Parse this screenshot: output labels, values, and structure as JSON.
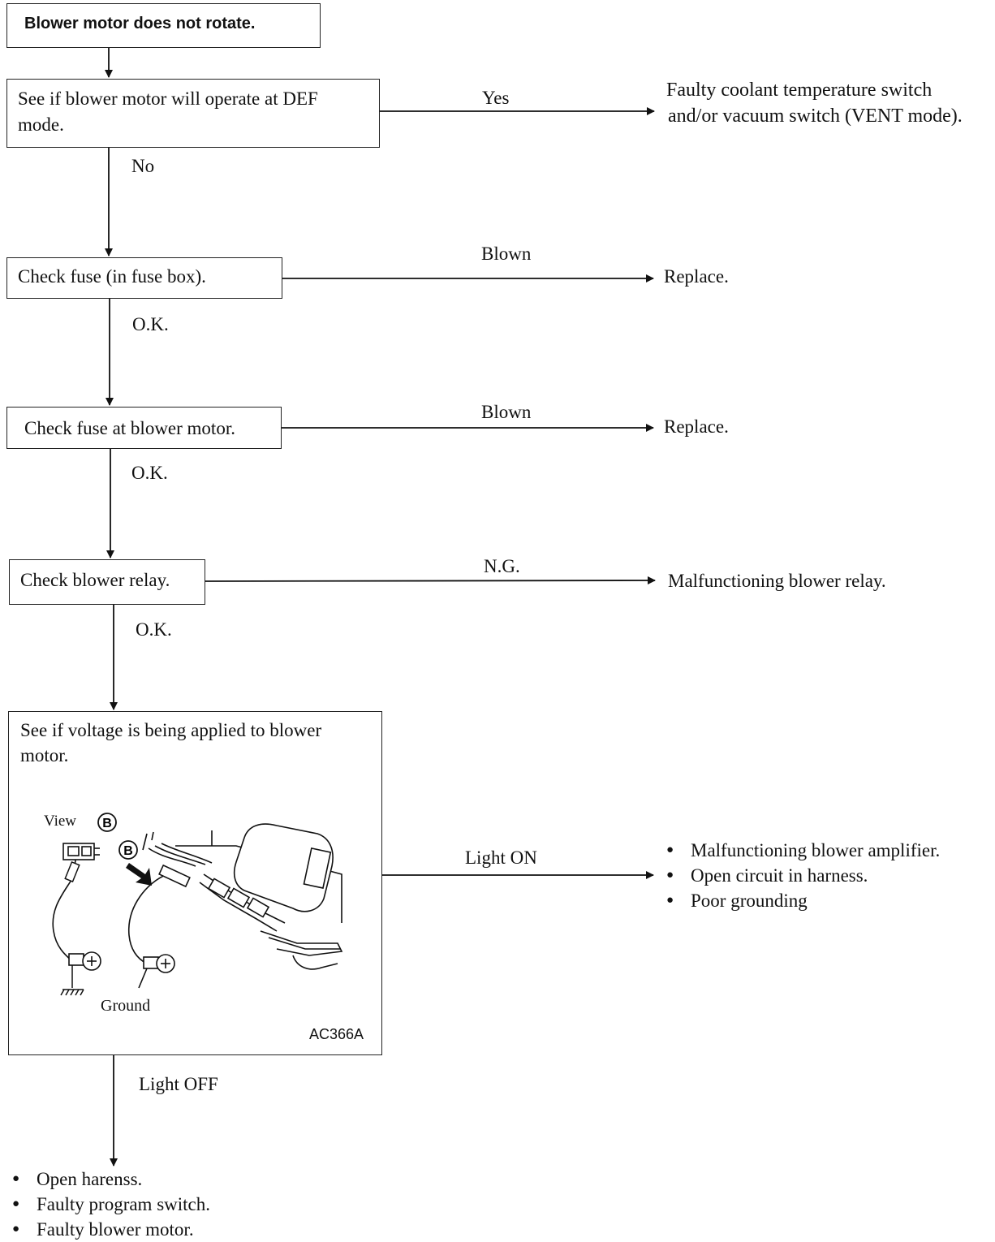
{
  "start": {
    "label": "Blower motor does not rotate."
  },
  "steps": [
    {
      "label": "See if blower motor will operate at DEF mode.",
      "line1": "See if blower motor will operate at DEF",
      "line2": "mode.",
      "branch_label": "Yes",
      "branch_result_line1": "Faulty coolant temperature switch",
      "branch_result_line2": "and/or vacuum switch (VENT mode).",
      "down_label": "No"
    },
    {
      "label": "Check fuse (in fuse box).",
      "branch_label": "Blown",
      "branch_result": "Replace.",
      "down_label": "O.K."
    },
    {
      "label": "Check fuse at blower motor.",
      "branch_label": "Blown",
      "branch_result": "Replace.",
      "down_label": "O.K."
    },
    {
      "label": "Check blower relay.",
      "branch_label": "N.G.",
      "branch_result": "Malfunctioning blower relay.",
      "down_label": "O.K."
    },
    {
      "line1": "See if voltage is being applied to blower",
      "line2": "motor.",
      "figure": {
        "view_label": "View",
        "connector_mark": "B",
        "ground_label": "Ground",
        "code": "AC366A"
      },
      "branch_label": "Light ON",
      "branch_results": [
        "Malfunctioning blower amplifier.",
        "Open circuit in harness.",
        "Poor grounding"
      ],
      "down_label": "Light OFF"
    }
  ],
  "final_results": [
    "Open harenss.",
    "Faulty program switch.",
    "Faulty blower motor."
  ]
}
